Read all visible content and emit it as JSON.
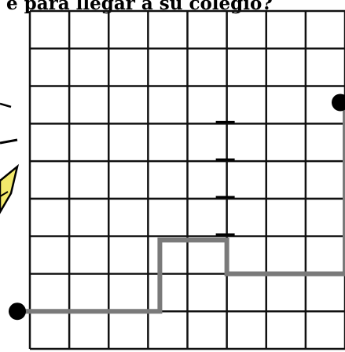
{
  "caption": "e para llegar a su colegio?",
  "grid": {
    "columns": 8,
    "rows": 9
  },
  "path": {
    "points": [
      [
        0,
        8
      ],
      [
        3.3,
        8
      ],
      [
        3.3,
        6.1
      ],
      [
        5,
        6.1
      ],
      [
        5,
        7
      ],
      [
        8,
        7
      ],
      [
        8,
        2.5
      ]
    ],
    "start": [
      0,
      8
    ],
    "end": [
      8,
      2.5
    ]
  },
  "colors": {
    "grid_line": "#111111",
    "path_line": "#7a7a7a",
    "dot": "#000000",
    "caption": "#000000",
    "background": "#ffffff",
    "sketch_fill": "#f2e96b",
    "sketch_line": "#000000"
  },
  "icons": {
    "start": "start-dot-icon",
    "end": "end-dot-icon",
    "sketch": "partial-drawing-icon"
  }
}
